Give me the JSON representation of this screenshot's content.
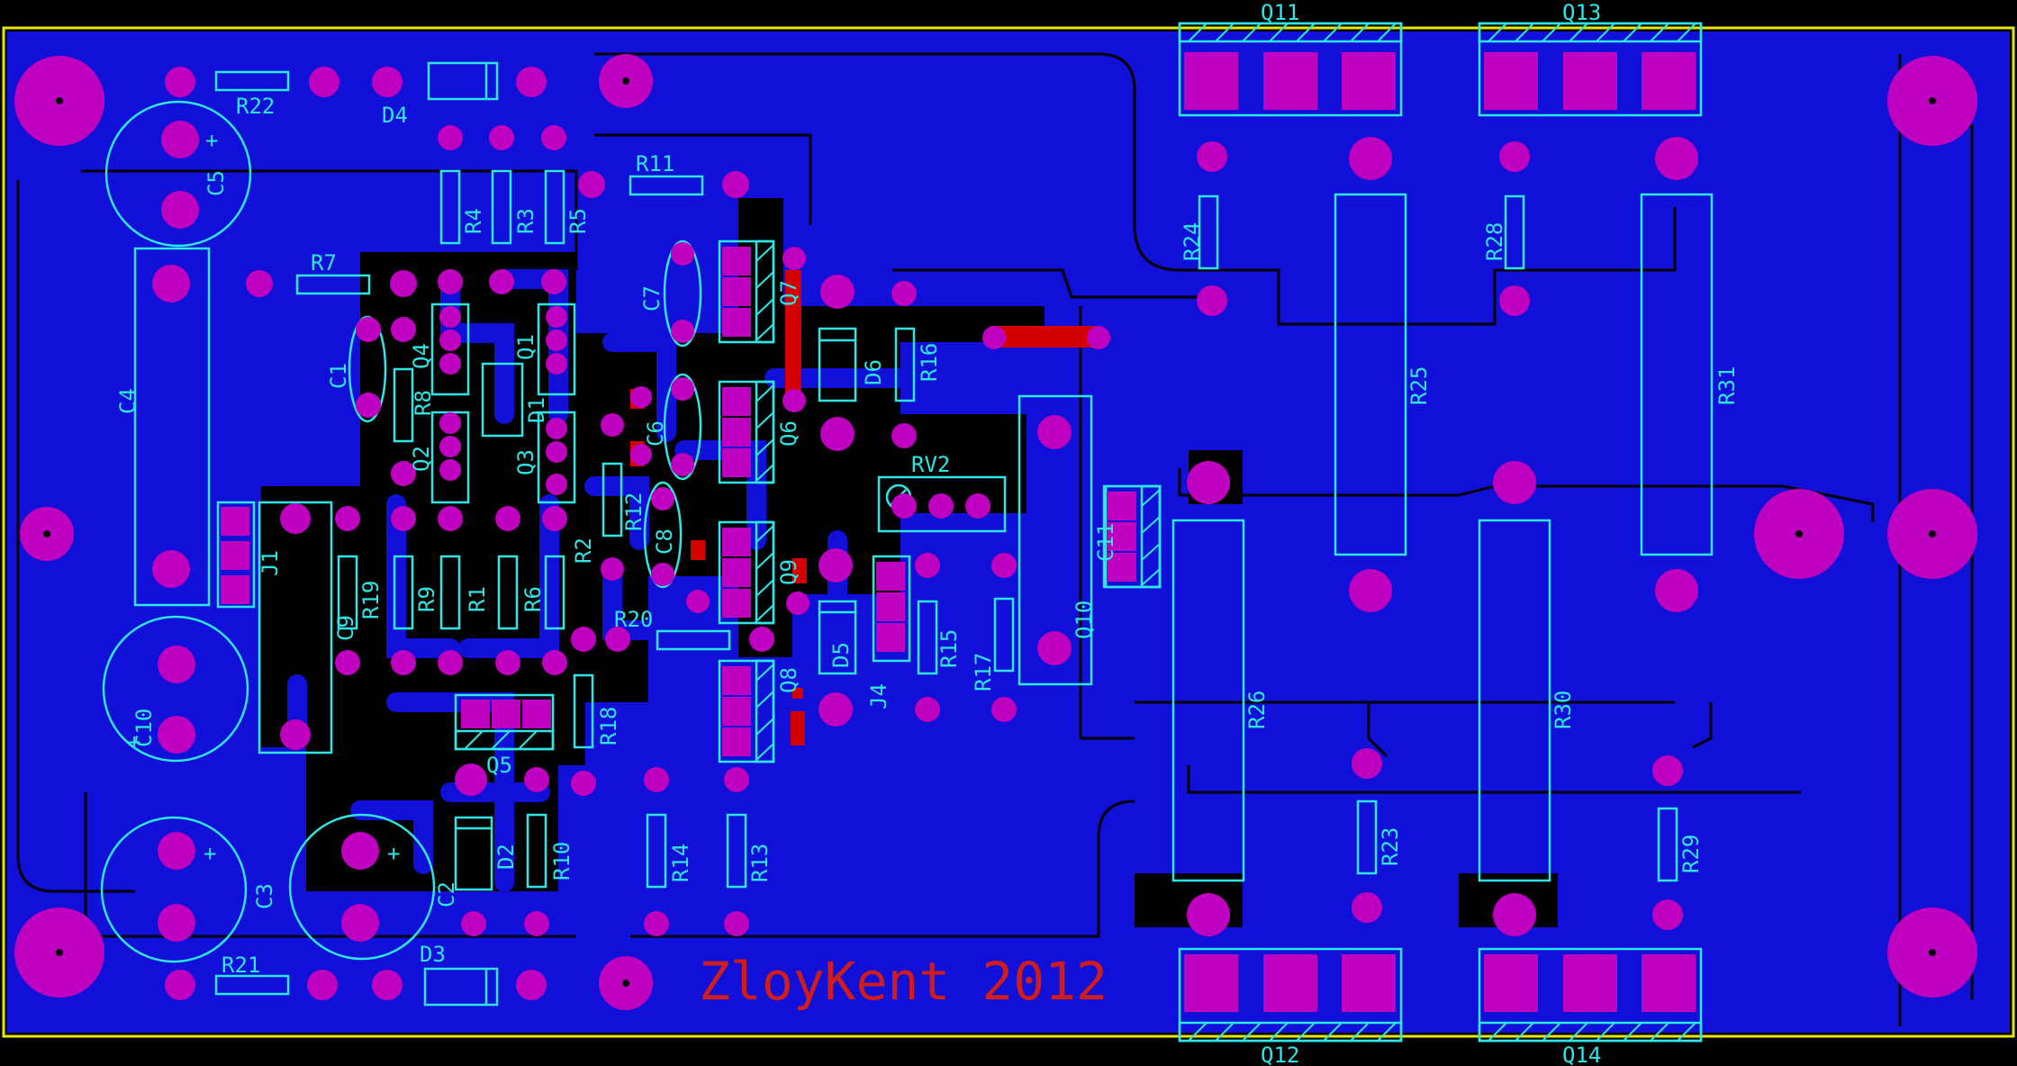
{
  "colors": {
    "background": "#000000",
    "board_edge": "#e6e600",
    "copper": "#1010d8",
    "copper_dark": "#0707a0",
    "top_trace": "#d40000",
    "pad": "#c000c0",
    "drill": "#000000",
    "silk": "#2fe6e6",
    "signature": "#d11c1c"
  },
  "signature": "ZloyKent 2012",
  "components": [
    {
      "id": "Q11",
      "label": "Q11"
    },
    {
      "id": "Q13",
      "label": "Q13"
    },
    {
      "id": "Q12",
      "label": "Q12"
    },
    {
      "id": "Q14",
      "label": "Q14"
    },
    {
      "id": "R22",
      "label": "R22"
    },
    {
      "id": "D4",
      "label": "D4"
    },
    {
      "id": "C5",
      "label": "C5"
    },
    {
      "id": "R4",
      "label": "R4"
    },
    {
      "id": "R3",
      "label": "R3"
    },
    {
      "id": "R5",
      "label": "R5"
    },
    {
      "id": "R11",
      "label": "R11"
    },
    {
      "id": "R7",
      "label": "R7"
    },
    {
      "id": "C7",
      "label": "C7"
    },
    {
      "id": "Q7",
      "label": "Q7"
    },
    {
      "id": "C4",
      "label": "C4"
    },
    {
      "id": "C1",
      "label": "C1"
    },
    {
      "id": "Q4",
      "label": "Q4"
    },
    {
      "id": "Q1",
      "label": "Q1"
    },
    {
      "id": "R8",
      "label": "R8"
    },
    {
      "id": "D1",
      "label": "D1"
    },
    {
      "id": "Q2",
      "label": "Q2"
    },
    {
      "id": "Q3",
      "label": "Q3"
    },
    {
      "id": "C6",
      "label": "C6"
    },
    {
      "id": "Q6",
      "label": "Q6"
    },
    {
      "id": "D6",
      "label": "D6"
    },
    {
      "id": "R16",
      "label": "R16"
    },
    {
      "id": "RV2",
      "label": "RV2"
    },
    {
      "id": "R24",
      "label": "R24"
    },
    {
      "id": "R28",
      "label": "R28"
    },
    {
      "id": "R25",
      "label": "R25"
    },
    {
      "id": "R31",
      "label": "R31"
    },
    {
      "id": "J1",
      "label": "J1"
    },
    {
      "id": "C9",
      "label": "C9"
    },
    {
      "id": "R19",
      "label": "R19"
    },
    {
      "id": "R9",
      "label": "R9"
    },
    {
      "id": "R1",
      "label": "R1"
    },
    {
      "id": "R6",
      "label": "R6"
    },
    {
      "id": "R2",
      "label": "R2"
    },
    {
      "id": "R12",
      "label": "R12"
    },
    {
      "id": "C8",
      "label": "C8"
    },
    {
      "id": "Q9",
      "label": "Q9"
    },
    {
      "id": "C11",
      "label": "C11"
    },
    {
      "id": "Q10",
      "label": "Q10"
    },
    {
      "id": "R20",
      "label": "R20"
    },
    {
      "id": "D5",
      "label": "D5"
    },
    {
      "id": "J4",
      "label": "J4"
    },
    {
      "id": "R15",
      "label": "R15"
    },
    {
      "id": "R17",
      "label": "R17"
    },
    {
      "id": "C10",
      "label": "C10"
    },
    {
      "id": "Q5",
      "label": "Q5"
    },
    {
      "id": "R18",
      "label": "R18"
    },
    {
      "id": "Q8",
      "label": "Q8"
    },
    {
      "id": "R26",
      "label": "R26"
    },
    {
      "id": "R30",
      "label": "R30"
    },
    {
      "id": "R23",
      "label": "R23"
    },
    {
      "id": "R29",
      "label": "R29"
    },
    {
      "id": "C3",
      "label": "C3"
    },
    {
      "id": "C2",
      "label": "C2"
    },
    {
      "id": "D2",
      "label": "D2"
    },
    {
      "id": "R10",
      "label": "R10"
    },
    {
      "id": "R14",
      "label": "R14"
    },
    {
      "id": "R13",
      "label": "R13"
    },
    {
      "id": "R21",
      "label": "R21"
    },
    {
      "id": "D3",
      "label": "D3"
    }
  ]
}
